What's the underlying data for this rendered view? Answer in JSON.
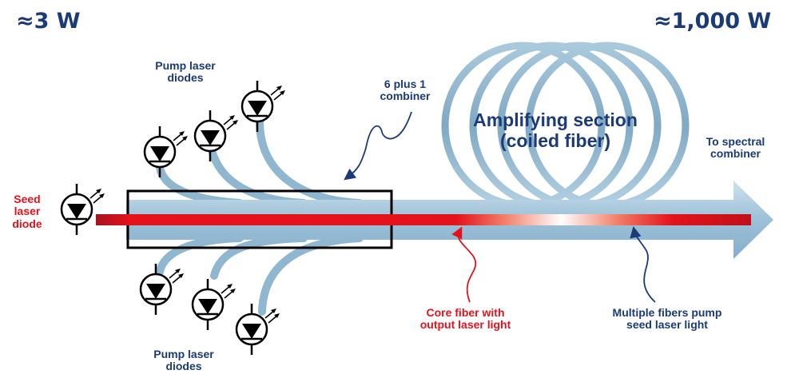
{
  "power_in": "≈3 W",
  "power_out": "≈1,000 W",
  "labels": {
    "seed": [
      "Seed",
      "laser",
      "diode"
    ],
    "pump_top": [
      "Pump laser",
      "diodes"
    ],
    "pump_bottom": [
      "Pump laser",
      "diodes"
    ],
    "combiner": [
      "6 plus 1",
      "combiner"
    ],
    "amplifying": [
      "Amplifying section",
      "(coiled fiber)"
    ],
    "spectral": [
      "To spectral",
      "combiner"
    ],
    "core_fiber": [
      "Core fiber with",
      "output laser light"
    ],
    "multi_fiber": [
      "Multiple fibers pump",
      "seed laser light"
    ]
  },
  "icons": {
    "seed_diode": "laser-diode-icon",
    "pump_diode": "laser-diode-icon",
    "emission_arrows": "light-emission-icon"
  },
  "colors": {
    "navy": "#1a3a78",
    "red": "#e3121b",
    "fiber_blue": "#8fb7d0",
    "fiber_light": "#c2dbe9"
  }
}
